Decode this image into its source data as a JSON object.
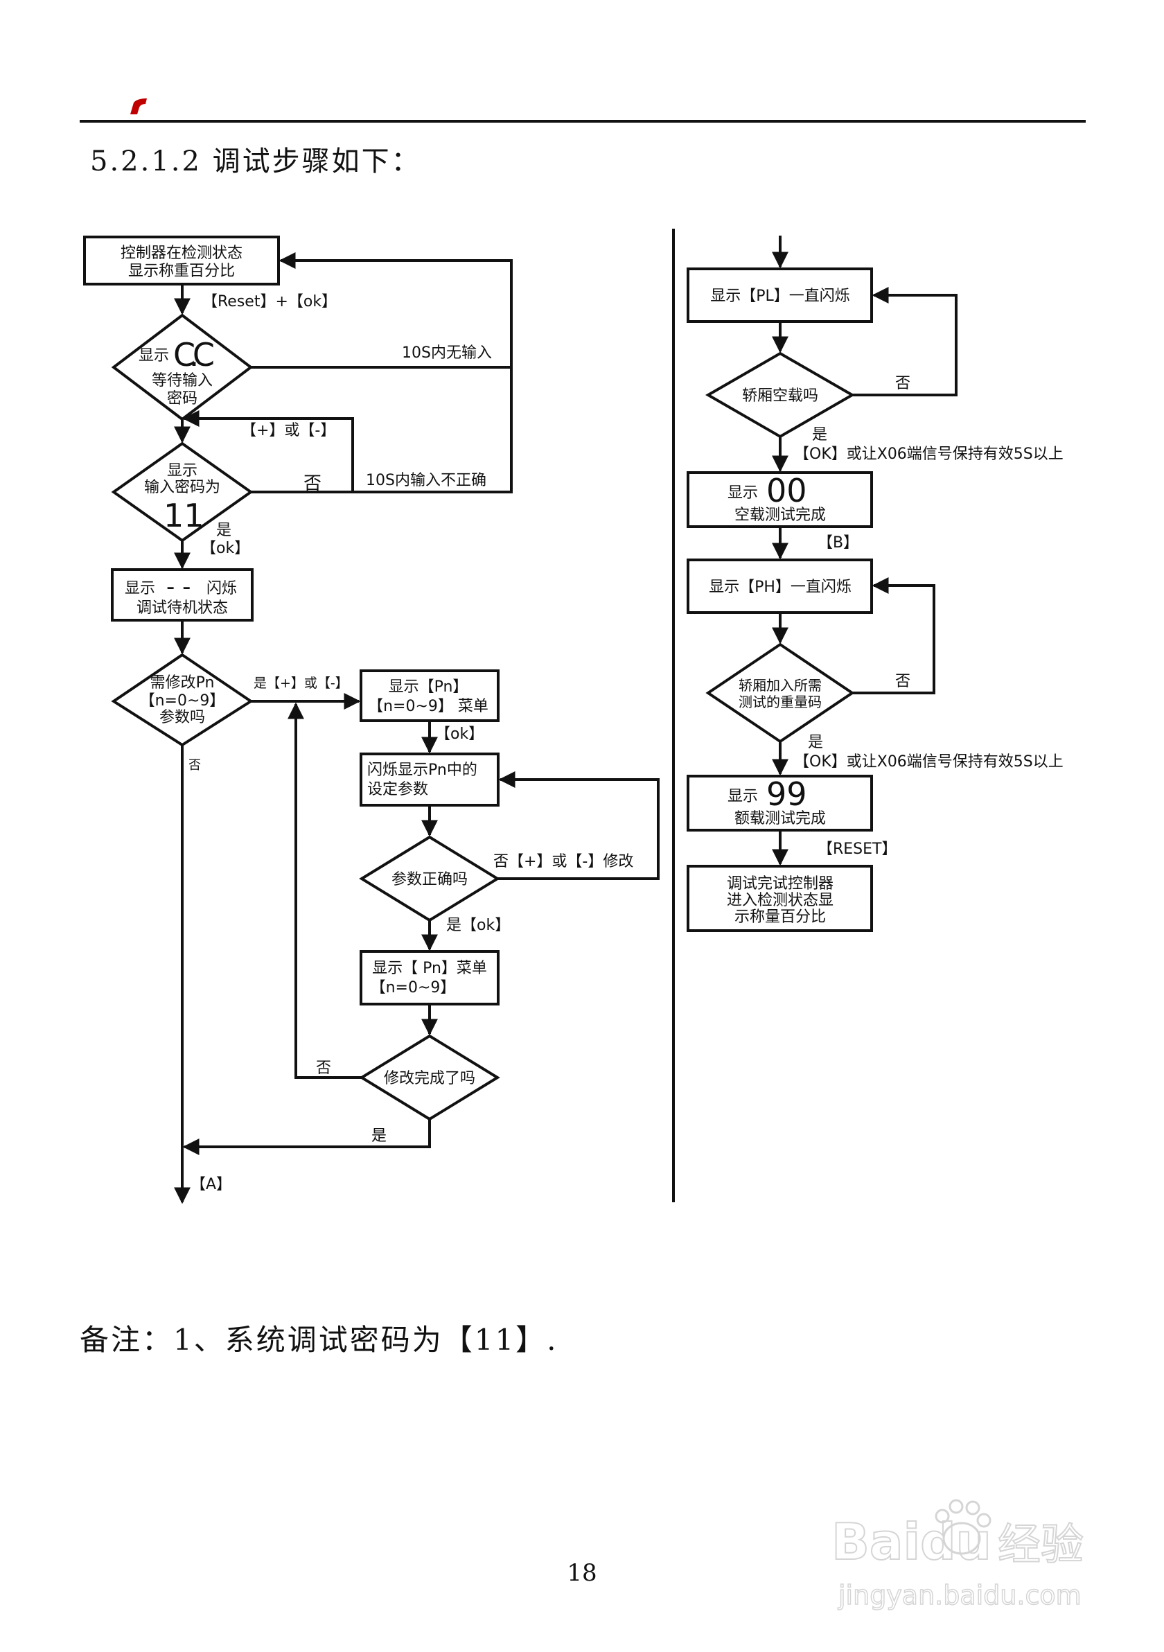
{
  "header": {
    "logo_mark": "r-logo",
    "line_color": "#111111",
    "logo_color": "#c00000"
  },
  "heading": "5.2.1.2 调试步骤如下：",
  "left": {
    "box_detect": [
      "控制器在检测状态",
      "显示称重百分比"
    ],
    "key_reset_ok": "【Reset】+【ok】",
    "d1": {
      "pre": "显示",
      "seg": "C.C",
      "l2": "等待输入",
      "l3": "密码"
    },
    "label_10s_none": "10S内无输入",
    "label_plus_minus": "【+】或【-】",
    "d2": {
      "l1": "显示",
      "l2": "输入密码为",
      "seg": "11"
    },
    "no_1": "否",
    "label_10s_wrong": "10S内输入不正确",
    "yes_1": "是",
    "ok_1": "【ok】",
    "box_standby": {
      "pre": "显示",
      "seg": "- -",
      "post": "闪烁",
      "l2": "调试待机状态"
    },
    "d3": [
      "需修改Pn",
      "【n=0~9】",
      "参数吗"
    ],
    "yes_plus_minus": "是【+】或【-】",
    "no_2": "否",
    "box_pn_menu": [
      "显示【Pn】",
      "【n=0~9】 菜单"
    ],
    "ok_2": "【ok】",
    "box_flash": [
      "闪烁显示Pn中的",
      "设定参数"
    ],
    "d4": "参数正确吗",
    "no_modify": "否【+】或【-】修改",
    "yes_ok": "是【ok】",
    "box_pn_menu2": [
      "显示【 Pn】菜单",
      "【n=0~9】"
    ],
    "d5": "修改完成了吗",
    "no_3": "否",
    "yes_2": "是",
    "label_a": "【A】"
  },
  "right": {
    "box_pl": "显示【PL】一直闪烁",
    "d6": "轿厢空载吗",
    "no_4": "否",
    "yes_3": "是",
    "cond_1": "【OK】或让X06端信号保持有效5S以上",
    "box_00": {
      "pre": "显示",
      "seg": "00",
      "l2": "空载测试完成"
    },
    "label_b": "【B】",
    "box_ph": "显示【PH】一直闪烁",
    "d7": [
      "轿厢加入所需",
      "测试的重量码"
    ],
    "no_5": "否",
    "yes_4": "是",
    "cond_2": "【OK】或让X06端信号保持有效5S以上",
    "box_99": {
      "pre": "显示",
      "seg": "99",
      "l2": "额载测试完成"
    },
    "key_reset": "【RESET】",
    "box_done": [
      "调试完试控制器",
      "进入检测状态显",
      "示称量百分比"
    ]
  },
  "note": "备注：1、系统调试密码为【11】.",
  "page_number": "18",
  "watermark": {
    "brand": "Baidu",
    "text": "经验",
    "url": "jingyan.baidu.com"
  }
}
